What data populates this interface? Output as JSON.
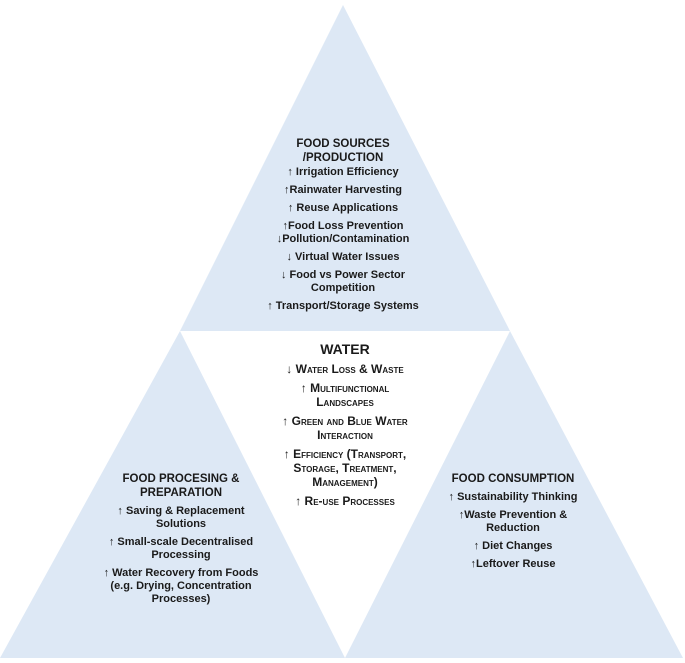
{
  "colors": {
    "triangle_fill": "#dde8f5",
    "text": "#1a1a1a",
    "background": "#ffffff"
  },
  "sources": {
    "title_line1": "FOOD SOURCES",
    "title_line2": "/PRODUCTION",
    "items": [
      "↑ Irrigation Efficiency",
      "↑Rainwater Harvesting",
      "↑ Reuse Applications",
      "↑Food Loss Prevention",
      "↓Pollution/Contamination",
      "↓ Virtual Water Issues",
      "↓ Food vs Power Sector",
      "Competition",
      "↑ Transport/Storage Systems"
    ]
  },
  "water": {
    "title": "WATER",
    "items": [
      "↓ Water Loss & Waste",
      "↑ Multifunctional",
      "Landscapes",
      "↑ Green and Blue Water",
      "Interaction",
      "↑ Efficiency (Transport,",
      "Storage, Treatment,",
      "Management)",
      "↑ Re-use Processes"
    ]
  },
  "processing": {
    "title_line1": "FOOD PROCESING &",
    "title_line2": "PREPARATION",
    "items": [
      "↑ Saving & Replacement",
      "Solutions",
      "↑ Small-scale Decentralised",
      "Processing",
      "↑ Water Recovery from Foods",
      "(e.g. Drying, Concentration",
      "Processes)"
    ]
  },
  "consumption": {
    "title": "FOOD CONSUMPTION",
    "items": [
      "↑ Sustainability Thinking",
      "↑Waste Prevention &",
      "Reduction",
      "↑ Diet Changes",
      "↑Leftover Reuse"
    ]
  }
}
